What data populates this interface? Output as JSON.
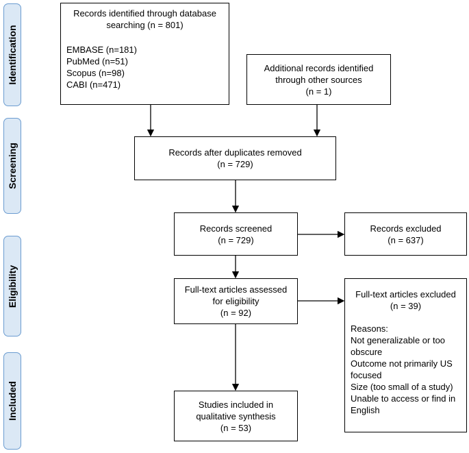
{
  "phases": [
    {
      "key": "identification",
      "label": "Identification"
    },
    {
      "key": "screening",
      "label": "Screening"
    },
    {
      "key": "eligibility",
      "label": "Eligibility"
    },
    {
      "key": "included",
      "label": "Included"
    }
  ],
  "boxes": {
    "db_search": {
      "lines": [
        "Records identified through database",
        "searching (n = 801)"
      ],
      "sources": [
        "EMBASE (n=181)",
        "PubMed (n=51)",
        "Scopus (n=98)",
        "CABI (n=471)"
      ]
    },
    "other_sources": {
      "lines": [
        "Additional records identified",
        "through other sources",
        "(n = 1)"
      ]
    },
    "duplicates_removed": {
      "lines": [
        "Records after duplicates removed",
        "(n = 729)"
      ]
    },
    "screened": {
      "lines": [
        "Records screened",
        "(n = 729)"
      ]
    },
    "excluded": {
      "lines": [
        "Records excluded",
        "(n = 637)"
      ]
    },
    "fulltext_assessed": {
      "lines": [
        "Full-text articles assessed",
        "for eligibility",
        "(n = 92)"
      ]
    },
    "fulltext_excluded": {
      "lines": [
        "Full-text articles excluded",
        "(n = 39)"
      ],
      "reasons_heading": "Reasons:",
      "reasons": [
        "Not generalizable or too",
        "obscure",
        "Outcome not primarily US",
        "focused",
        "Size (too small of a study)",
        "Unable to access or find in",
        "English"
      ]
    },
    "included": {
      "lines": [
        "Studies included in",
        "qualitative synthesis",
        "(n = 53)"
      ]
    }
  }
}
